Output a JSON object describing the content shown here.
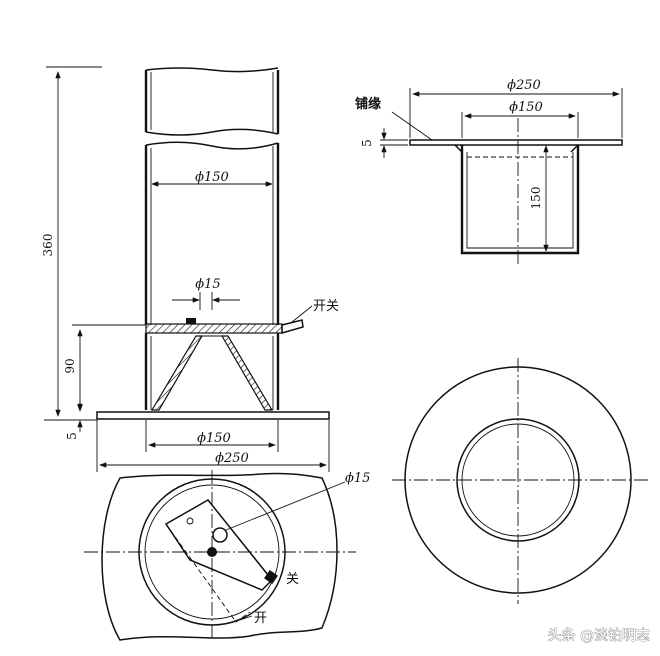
{
  "elevation": {
    "height_label": "360",
    "diameter_label": "ϕ150",
    "hole_label": "ϕ15",
    "switch_label": "开关",
    "lower_height_label": "90",
    "flange_thickness_label": "5",
    "base_inner_label": "ϕ150",
    "base_outer_label": "ϕ250"
  },
  "cup_section": {
    "outer_label": "ϕ250",
    "inner_label": "ϕ150",
    "rim_label": "铺缘",
    "thickness_label": "5",
    "depth_label": "150"
  },
  "plan_view": {
    "hole_label": "ϕ15",
    "close_label": "关",
    "open_label": "开"
  },
  "watermark": {
    "text": "头条 @淡铂明志"
  }
}
